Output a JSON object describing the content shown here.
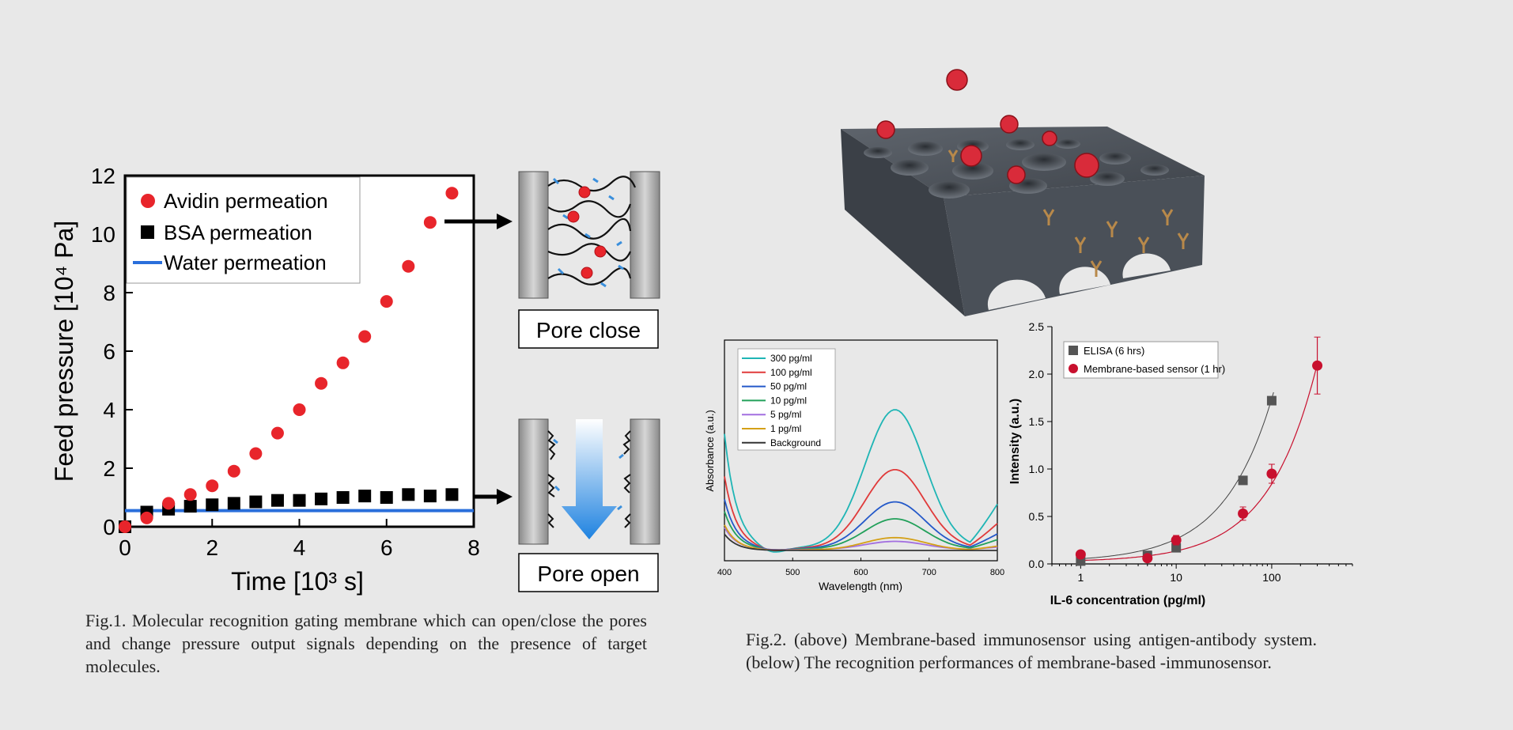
{
  "chart_data": [
    {
      "type": "scatter",
      "xlabel": "Time [10³ s]",
      "ylabel": "Feed pressure [10⁴ Pa]",
      "xlim": [
        0,
        8
      ],
      "ylim": [
        0,
        12
      ],
      "xticks": [
        0,
        2,
        4,
        6,
        8
      ],
      "yticks": [
        0,
        2,
        4,
        6,
        8,
        10,
        12
      ],
      "legend_position": "top-left",
      "series": [
        {
          "name": "Avidin permeation",
          "color": "#e8252b",
          "marker": "circle",
          "x": [
            0,
            0.5,
            1,
            1.5,
            2,
            2.5,
            3,
            3.5,
            4,
            4.5,
            5,
            5.5,
            6,
            6.5,
            7,
            7.5
          ],
          "y": [
            0,
            0.3,
            0.8,
            1.1,
            1.4,
            1.9,
            2.5,
            3.2,
            4.0,
            4.9,
            5.6,
            6.5,
            7.7,
            8.9,
            10.4,
            11.4
          ]
        },
        {
          "name": "BSA permeation",
          "color": "#000000",
          "marker": "square",
          "x": [
            0,
            0.5,
            1,
            1.5,
            2,
            2.5,
            3,
            3.5,
            4,
            4.5,
            5,
            5.5,
            6,
            6.5,
            7,
            7.5
          ],
          "y": [
            0,
            0.5,
            0.6,
            0.7,
            0.75,
            0.8,
            0.85,
            0.9,
            0.9,
            0.95,
            1.0,
            1.05,
            1.0,
            1.1,
            1.05,
            1.1
          ]
        },
        {
          "name": "Water permeation",
          "color": "#2a6fdb",
          "marker": "line",
          "x": [
            0,
            8
          ],
          "y": [
            0.55,
            0.55
          ]
        }
      ]
    },
    {
      "type": "line",
      "xlabel": "Wavelength (nm)",
      "ylabel": "Absorbance (a.u.)",
      "xlim": [
        400,
        800
      ],
      "xticks": [
        400,
        500,
        600,
        700,
        800
      ],
      "legend_position": "top-left",
      "series": [
        {
          "name": "300 pg/ml",
          "color": "#1fb5b5",
          "amp": 1.0
        },
        {
          "name": "100 pg/ml",
          "color": "#e03a3a",
          "amp": 0.57
        },
        {
          "name": "50 pg/ml",
          "color": "#2459c9",
          "amp": 0.34
        },
        {
          "name": "10 pg/ml",
          "color": "#22a05a",
          "amp": 0.22
        },
        {
          "name": "5 pg/ml",
          "color": "#a36fe0",
          "amp": 0.06
        },
        {
          "name": "1 pg/ml",
          "color": "#d4a017",
          "amp": 0.09
        },
        {
          "name": "Background",
          "color": "#333333",
          "amp": 0.0
        }
      ]
    },
    {
      "type": "scatter",
      "xlabel": "IL-6 concentration (pg/ml)",
      "ylabel": "Intensity (a.u.)",
      "xscale": "log",
      "xlim": [
        0.5,
        700
      ],
      "ylim": [
        0,
        2.5
      ],
      "xticks": [
        1,
        10,
        100
      ],
      "xticklabels": [
        "1",
        "10",
        "100"
      ],
      "yticks": [
        0.0,
        0.5,
        1.0,
        1.5,
        2.0,
        2.5
      ],
      "yticklabels": [
        "0.0",
        "0.5",
        "1.0",
        "1.5",
        "2.0",
        "2.5"
      ],
      "legend_position": "top-left",
      "series": [
        {
          "name": "ELISA (6 hrs)",
          "color": "#555555",
          "marker": "square",
          "x": [
            1,
            5,
            10,
            50,
            100
          ],
          "y": [
            0.03,
            0.09,
            0.17,
            0.88,
            1.72
          ]
        },
        {
          "name": "Membrane-based sensor (1 hr)",
          "color": "#c8102e",
          "marker": "circle",
          "x": [
            1,
            5,
            10,
            50,
            100,
            300
          ],
          "y": [
            0.1,
            0.06,
            0.25,
            0.53,
            0.95,
            2.09
          ],
          "err": [
            0.03,
            0.02,
            0.05,
            0.07,
            0.1,
            0.3
          ]
        }
      ]
    }
  ],
  "diagram": {
    "pore_close_label": "Pore close",
    "pore_open_label": "Pore open"
  },
  "captions": {
    "fig1": "Fig.1. Molecular recognition gating membrane which can open/close the pores and change pressure output signals depending on the presence of target molecules.",
    "fig2": "Fig.2. (above) Membrane-based immunosensor using antigen-antibody system. (below) The recognition performances of membrane-based -immunosensor."
  },
  "colors": {
    "background": "#e8e8e8",
    "membrane_block": "#4a5058",
    "antigen": "#d92b3a",
    "antibody": "#b8894a"
  }
}
